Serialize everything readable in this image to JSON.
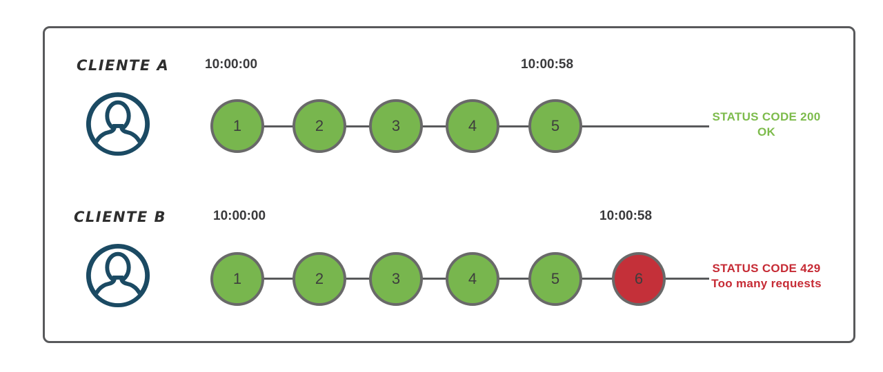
{
  "colors": {
    "green_fill": "#78b64e",
    "green_text": "#7dbb4c",
    "red_fill": "#c43039",
    "red_text": "#c62b35",
    "navy": "#1b4a63",
    "line_gray": "#58595b"
  },
  "rows": [
    {
      "client_label": "CLIENTE A",
      "start_time": "10:00:00",
      "end_time": "10:00:58",
      "requests": [
        {
          "label": "1",
          "state": "ok"
        },
        {
          "label": "2",
          "state": "ok"
        },
        {
          "label": "3",
          "state": "ok"
        },
        {
          "label": "4",
          "state": "ok"
        },
        {
          "label": "5",
          "state": "ok"
        }
      ],
      "status": {
        "line1": "STATUS CODE 200",
        "line2": "OK",
        "type": "success"
      }
    },
    {
      "client_label": "CLIENTE B",
      "start_time": "10:00:00",
      "end_time": "10:00:58",
      "requests": [
        {
          "label": "1",
          "state": "ok"
        },
        {
          "label": "2",
          "state": "ok"
        },
        {
          "label": "3",
          "state": "ok"
        },
        {
          "label": "4",
          "state": "ok"
        },
        {
          "label": "5",
          "state": "ok"
        },
        {
          "label": "6",
          "state": "limited"
        }
      ],
      "status": {
        "line1": "STATUS CODE 429",
        "line2": "Too many requests",
        "type": "error"
      }
    }
  ]
}
